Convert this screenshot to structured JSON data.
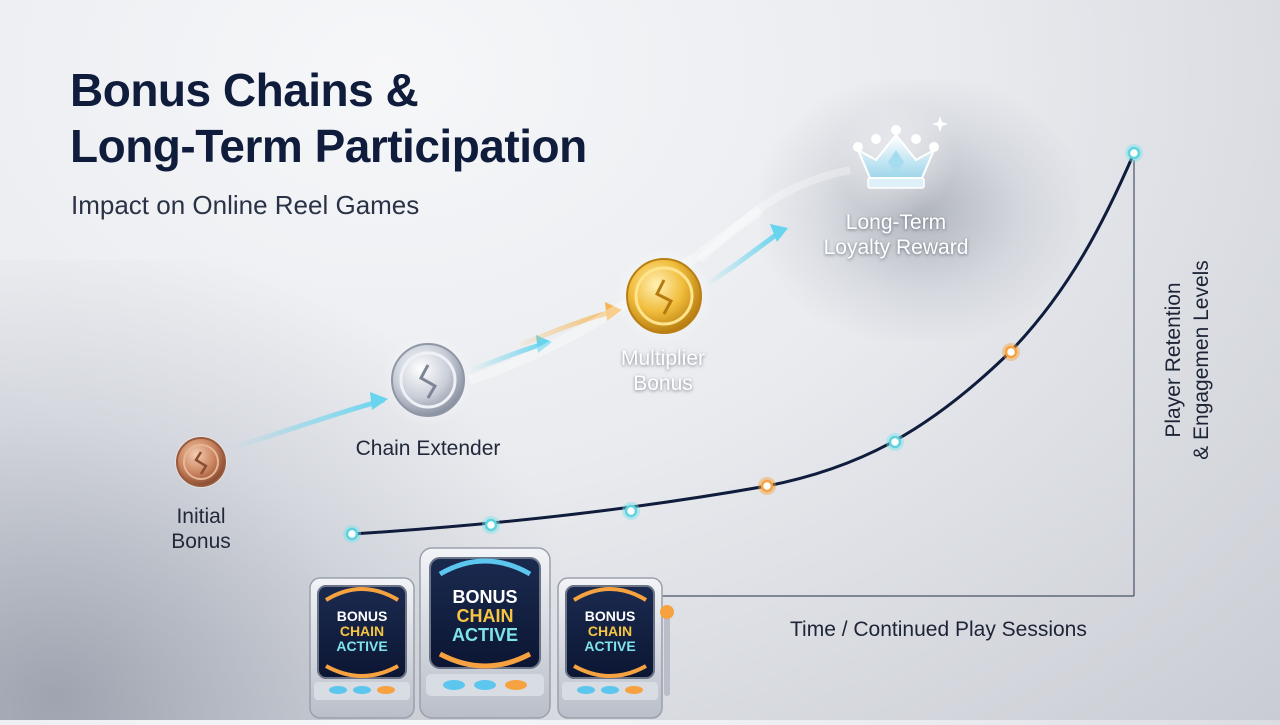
{
  "title": {
    "line1": "Bonus Chains &",
    "line2": "Long-Term Participation"
  },
  "subtitle": "Impact on Online Reel Games",
  "stages": [
    {
      "label_line1": "Initial",
      "label_line2": "Bonus",
      "icon": "bronze-coin-icon"
    },
    {
      "label_line1": "Chain Extender",
      "label_line2": "",
      "icon": "silver-coin-icon"
    },
    {
      "label_line1": "Multiplier",
      "label_line2": "Bonus",
      "icon": "gold-coin-icon"
    },
    {
      "label_line1": "Long-Term",
      "label_line2": "Loyalty Reward",
      "icon": "crown-icon"
    }
  ],
  "axes": {
    "x_label": "Time / Continued Play Sessions",
    "y_label_line1": "Player Retention",
    "y_label_line2": "& Engagemen Levels"
  },
  "slot_machine_screen": {
    "line1": "BONUS",
    "line2": "CHAIN",
    "line3": "ACTIVE"
  },
  "colors": {
    "title": "#0f1c3c",
    "curve": "#0f1c3c",
    "teal_marker": "#7fe3ea",
    "orange_marker": "#f7a240",
    "bronze": "#c9825d",
    "silver": "#c9ced8",
    "gold": "#f1bd3c",
    "arrow_blue": "#69d4ee",
    "arrow_orange": "#f5b454"
  }
}
